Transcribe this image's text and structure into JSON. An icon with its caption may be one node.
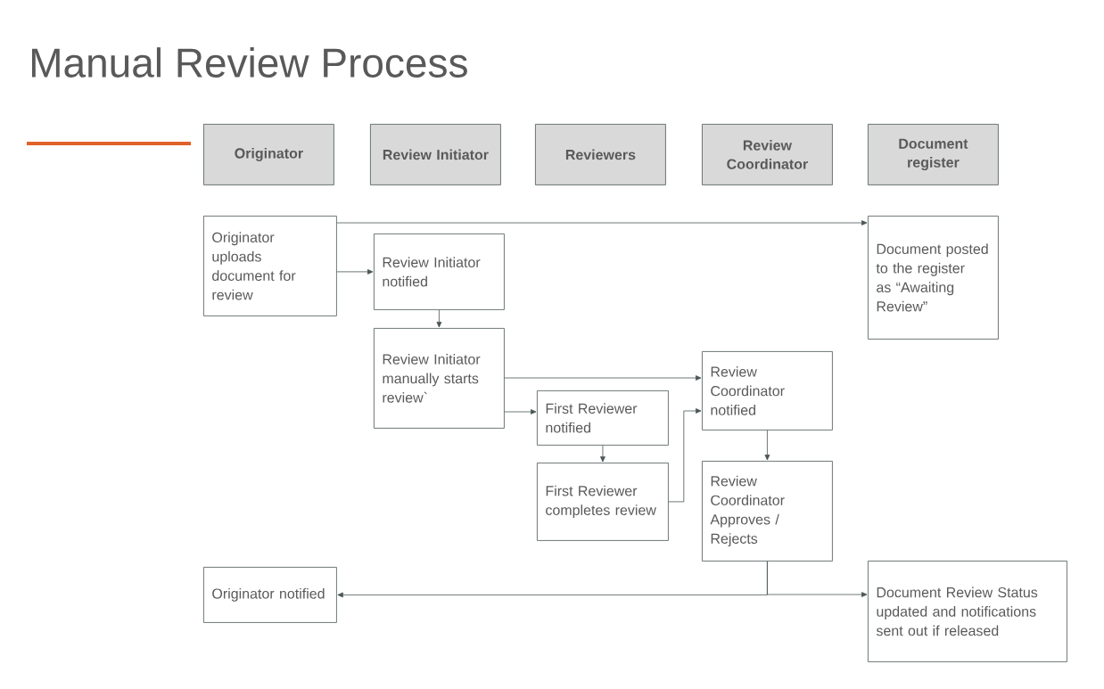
{
  "diagram": {
    "title": "Manual Review Process",
    "nodes": [
      {
        "text": [
          "Originator"
        ]
      },
      {
        "text": [
          "Review Initiator"
        ]
      },
      {
        "text": [
          "Reviewers"
        ]
      },
      {
        "text": [
          "Review Coordinator"
        ]
      },
      {
        "text": [
          "Document register"
        ]
      },
      {
        "text": [
          "Originator uploads document for review"
        ]
      },
      {
        "text": [
          "Review Initiator notified"
        ]
      },
      {
        "text": [
          "Review Initiator manually starts review`"
        ]
      },
      {
        "text": [
          "Document posted to the register as “Awaiting Review”"
        ]
      },
      {
        "text": [
          "Review Coordinator notified"
        ]
      },
      {
        "text": [
          "First Reviewer notified"
        ]
      },
      {
        "text": [
          "First Reviewer completes review"
        ]
      },
      {
        "text": [
          "Review Coordinator Approves / Rejects"
        ]
      },
      {
        "text": [
          "Originator notified"
        ]
      },
      {
        "text": [
          "Document Review Status updated and notifications sent out if released"
        ]
      }
    ],
    "edges": [
      {
        "from": 5,
        "to": 8,
        "arrow": "to"
      },
      {
        "from": 5,
        "to": 6,
        "arrow": "to"
      },
      {
        "from": 6,
        "to": 7,
        "arrow": "to"
      },
      {
        "from": 7,
        "to": 9,
        "arrow": "to"
      },
      {
        "from": 7,
        "to": 10,
        "arrow": "to"
      },
      {
        "from": 10,
        "to": 11,
        "arrow": "to"
      },
      {
        "from": 11,
        "to": 9,
        "arrow": "to"
      },
      {
        "from": 9,
        "to": 12,
        "arrow": "to"
      },
      {
        "from": 12,
        "to": 13,
        "arrow": "to"
      },
      {
        "from": 12,
        "to": 14,
        "arrow": "to"
      }
    ]
  }
}
